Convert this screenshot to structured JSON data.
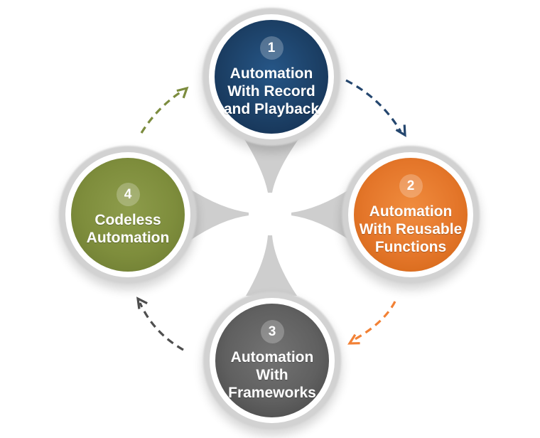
{
  "background": "#ffffff",
  "connector_color": "#cecece",
  "nodes": [
    {
      "number": "1",
      "label": "Automation\nWith Record\nand Playback",
      "color_light": "#265687",
      "color": "#1c4066",
      "color_dark": "#122c4d"
    },
    {
      "number": "2",
      "label": "Automation\nWith Reusable\nFunctions",
      "color_light": "#f08c3e",
      "color": "#e4762a",
      "color_dark": "#cf6312"
    },
    {
      "number": "3",
      "label": "Automation\nWith\nFrameworks",
      "color_light": "#737373",
      "color": "#606060",
      "color_dark": "#424242"
    },
    {
      "number": "4",
      "label": "Codeless\nAutomation",
      "color_light": "#8d9c4b",
      "color": "#7e8d3c",
      "color_dark": "#697830"
    }
  ],
  "arrows": [
    {
      "name": "step1-to-step2",
      "color": "#24466e"
    },
    {
      "name": "step2-to-step3",
      "color": "#f28135"
    },
    {
      "name": "step3-to-step4",
      "color": "#4e4e4e"
    },
    {
      "name": "step4-to-step1",
      "color": "#7c8c3e"
    }
  ]
}
